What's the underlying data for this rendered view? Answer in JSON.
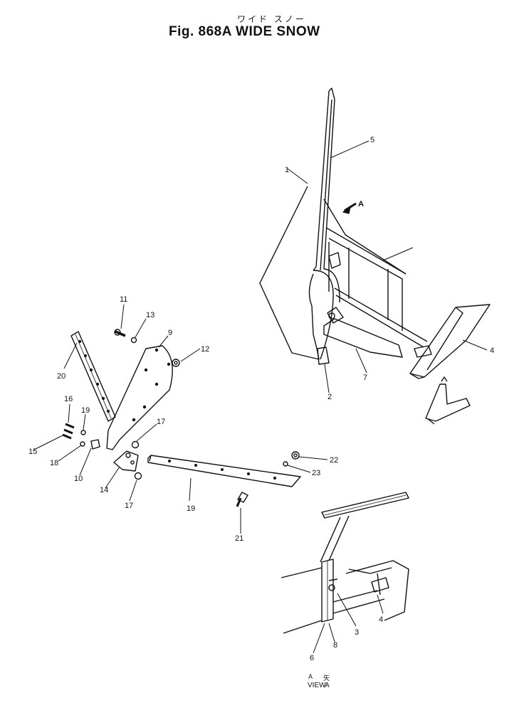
{
  "header": {
    "kana": "ワイド スノー",
    "title": "Fig. 868A WIDE SNOW"
  },
  "arrow_label": "A",
  "view_caption": {
    "top": "A",
    "top_right": "矢",
    "word": "VIEW",
    "letter": "A"
  },
  "callouts": {
    "c1": "1",
    "c2": "2",
    "c3": "3",
    "c4": "4",
    "c4b": "4",
    "c5": "5",
    "c6": "6",
    "c7": "7",
    "c8": "8",
    "c9": "9",
    "c10": "10",
    "c11": "11",
    "c12": "12",
    "c13": "13",
    "c14": "14",
    "c15": "15",
    "c16": "16",
    "c17a": "17",
    "c17b": "17",
    "c18": "18",
    "c19": "19",
    "c19b": "19",
    "c20": "20",
    "c21": "21",
    "c22": "22",
    "c23": "23"
  }
}
